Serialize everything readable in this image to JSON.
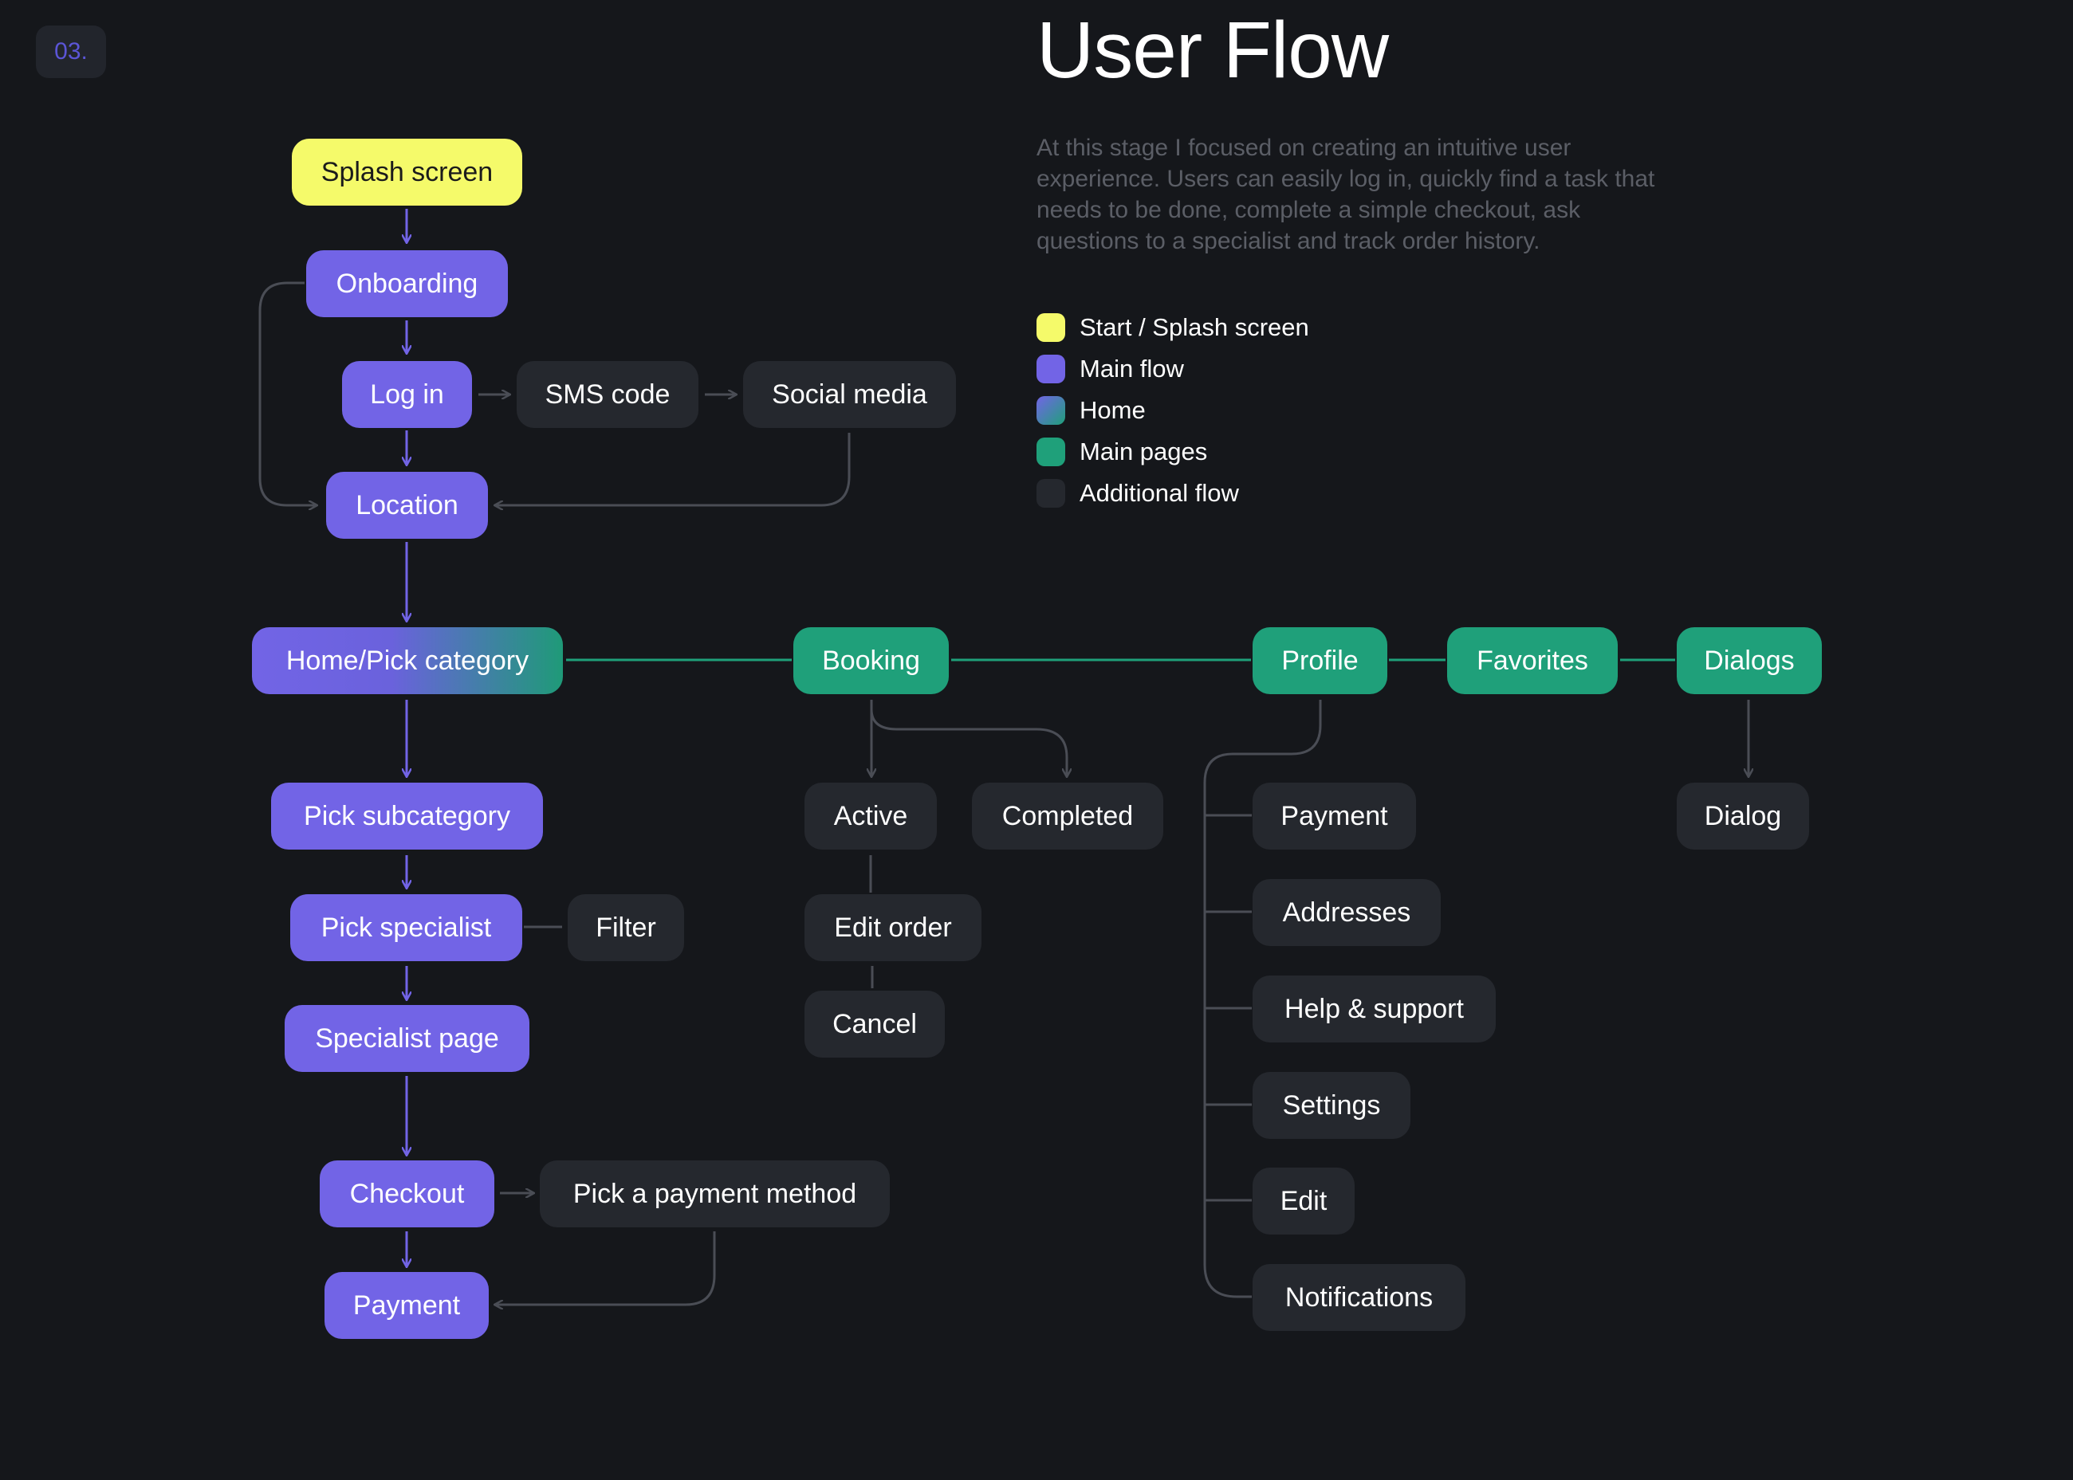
{
  "badge": "03.",
  "header": {
    "title": "User Flow",
    "description": "At this stage I focused on creating an intuitive user experience. Users can easily log in, quickly find a task that needs to be done, complete a simple checkout, ask questions to a specialist and track order history."
  },
  "legend": [
    {
      "label": "Start / Splash screen",
      "color": "#f5fa6a"
    },
    {
      "label": "Main flow",
      "color": "#7264e6"
    },
    {
      "label": "Home",
      "color": "gradient-purple-green"
    },
    {
      "label": "Main pages",
      "color": "#1fa07a"
    },
    {
      "label": "Additional flow",
      "color": "#25282e"
    }
  ],
  "colors": {
    "background": "#15171b",
    "start": "#f5fa6a",
    "main_flow": "#7264e6",
    "main_pages": "#1fa07a",
    "additional_flow": "#25282e",
    "connector_main": "#7264e6",
    "connector_pages": "#1fa07a",
    "connector_additional": "#4a4d55"
  },
  "nodes": {
    "splash": "Splash screen",
    "onboarding": "Onboarding",
    "login": "Log in",
    "sms": "SMS code",
    "social": "Social media",
    "location": "Location",
    "home": "Home/Pick category",
    "booking": "Booking",
    "profile": "Profile",
    "favorites": "Favorites",
    "dialogs": "Dialogs",
    "subcategory": "Pick subcategory",
    "specialist": "Pick specialist",
    "filter": "Filter",
    "specialist_page": "Specialist page",
    "checkout": "Checkout",
    "payment_method": "Pick a payment method",
    "payment": "Payment",
    "active": "Active",
    "completed": "Completed",
    "edit_order": "Edit order",
    "cancel": "Cancel",
    "profile_payment": "Payment",
    "addresses": "Addresses",
    "help": "Help & support",
    "settings": "Settings",
    "edit": "Edit",
    "notifications": "Notifications",
    "dialog": "Dialog"
  }
}
